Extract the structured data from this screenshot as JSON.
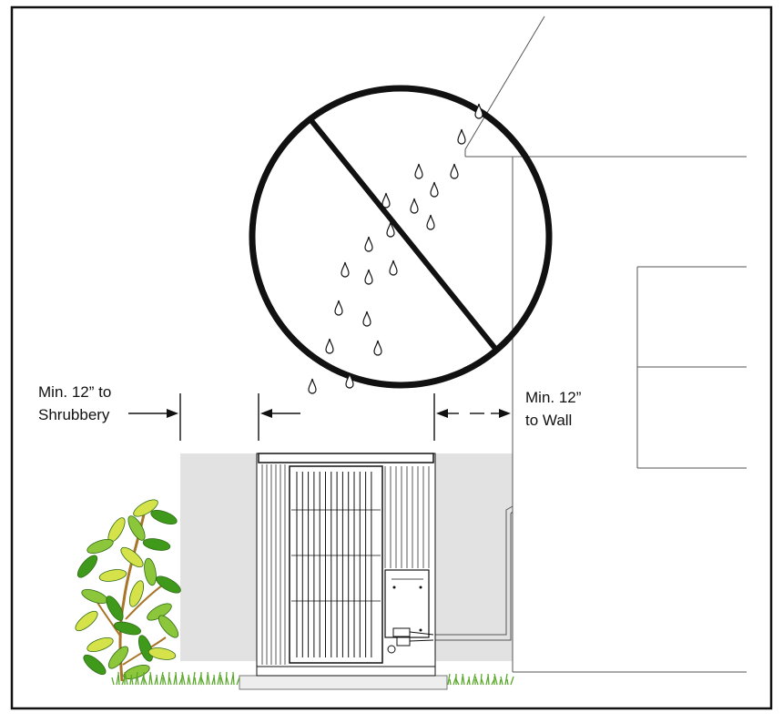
{
  "labels": {
    "shrubbery_line1": "Min. 12” to",
    "shrubbery_line2": "Shrubbery",
    "wall_line1": "Min. 12”",
    "wall_line2": "to Wall"
  },
  "colors": {
    "stroke": "#111111",
    "clearance_zone": "#e2e2e2",
    "leaf_green": "#3f9a1c",
    "leaf_yellow": "#d6e24a",
    "grass": "#5aa82a",
    "unit_metal": "#ffffff"
  },
  "icons": {
    "prohibition": "no-symbol-icon",
    "rain": "raindrop-icon",
    "plant": "shrub-icon"
  }
}
